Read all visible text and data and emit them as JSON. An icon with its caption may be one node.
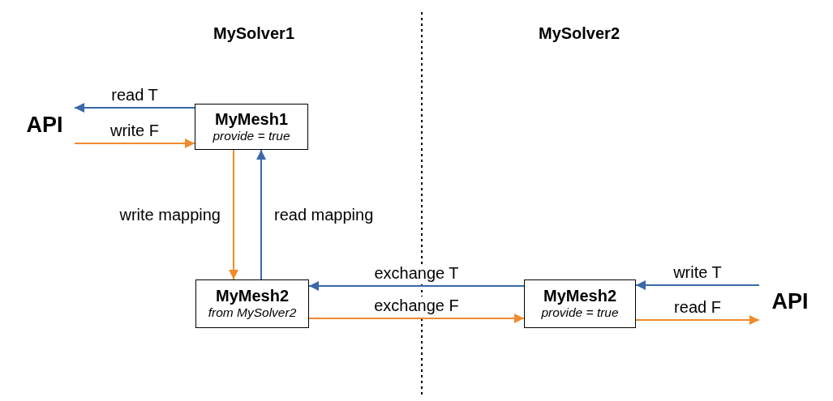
{
  "diagram": {
    "nodes": [
      {
        "text": [
          "API"
        ]
      },
      {
        "text": [
          "MyMesh1",
          "provide = true"
        ]
      },
      {
        "text": [
          "MyMesh2",
          "from MySolver2"
        ]
      },
      {
        "text": [
          "MyMesh2",
          "provide = true"
        ]
      },
      {
        "text": [
          "API"
        ]
      }
    ],
    "edges": [
      {
        "from": 1,
        "to": 0,
        "arrow": "to",
        "label": "read T",
        "color": "#3a68a8"
      },
      {
        "from": 0,
        "to": 1,
        "arrow": "to",
        "label": "write F",
        "color": "#f08a2c"
      },
      {
        "from": 1,
        "to": 2,
        "arrow": "to",
        "label": "write mapping",
        "color": "#f08a2c"
      },
      {
        "from": 2,
        "to": 1,
        "arrow": "to",
        "label": "read mapping",
        "color": "#3a68a8"
      },
      {
        "from": 3,
        "to": 2,
        "arrow": "to",
        "label": "exchange T",
        "color": "#3a68a8"
      },
      {
        "from": 2,
        "to": 3,
        "arrow": "to",
        "label": "exchange F",
        "color": "#f08a2c"
      },
      {
        "from": 4,
        "to": 3,
        "arrow": "to",
        "label": "write T",
        "color": "#3a68a8"
      },
      {
        "from": 3,
        "to": 4,
        "arrow": "to",
        "label": "read F",
        "color": "#f08a2c"
      }
    ],
    "labels": [
      "MySolver1",
      "MySolver2"
    ]
  }
}
